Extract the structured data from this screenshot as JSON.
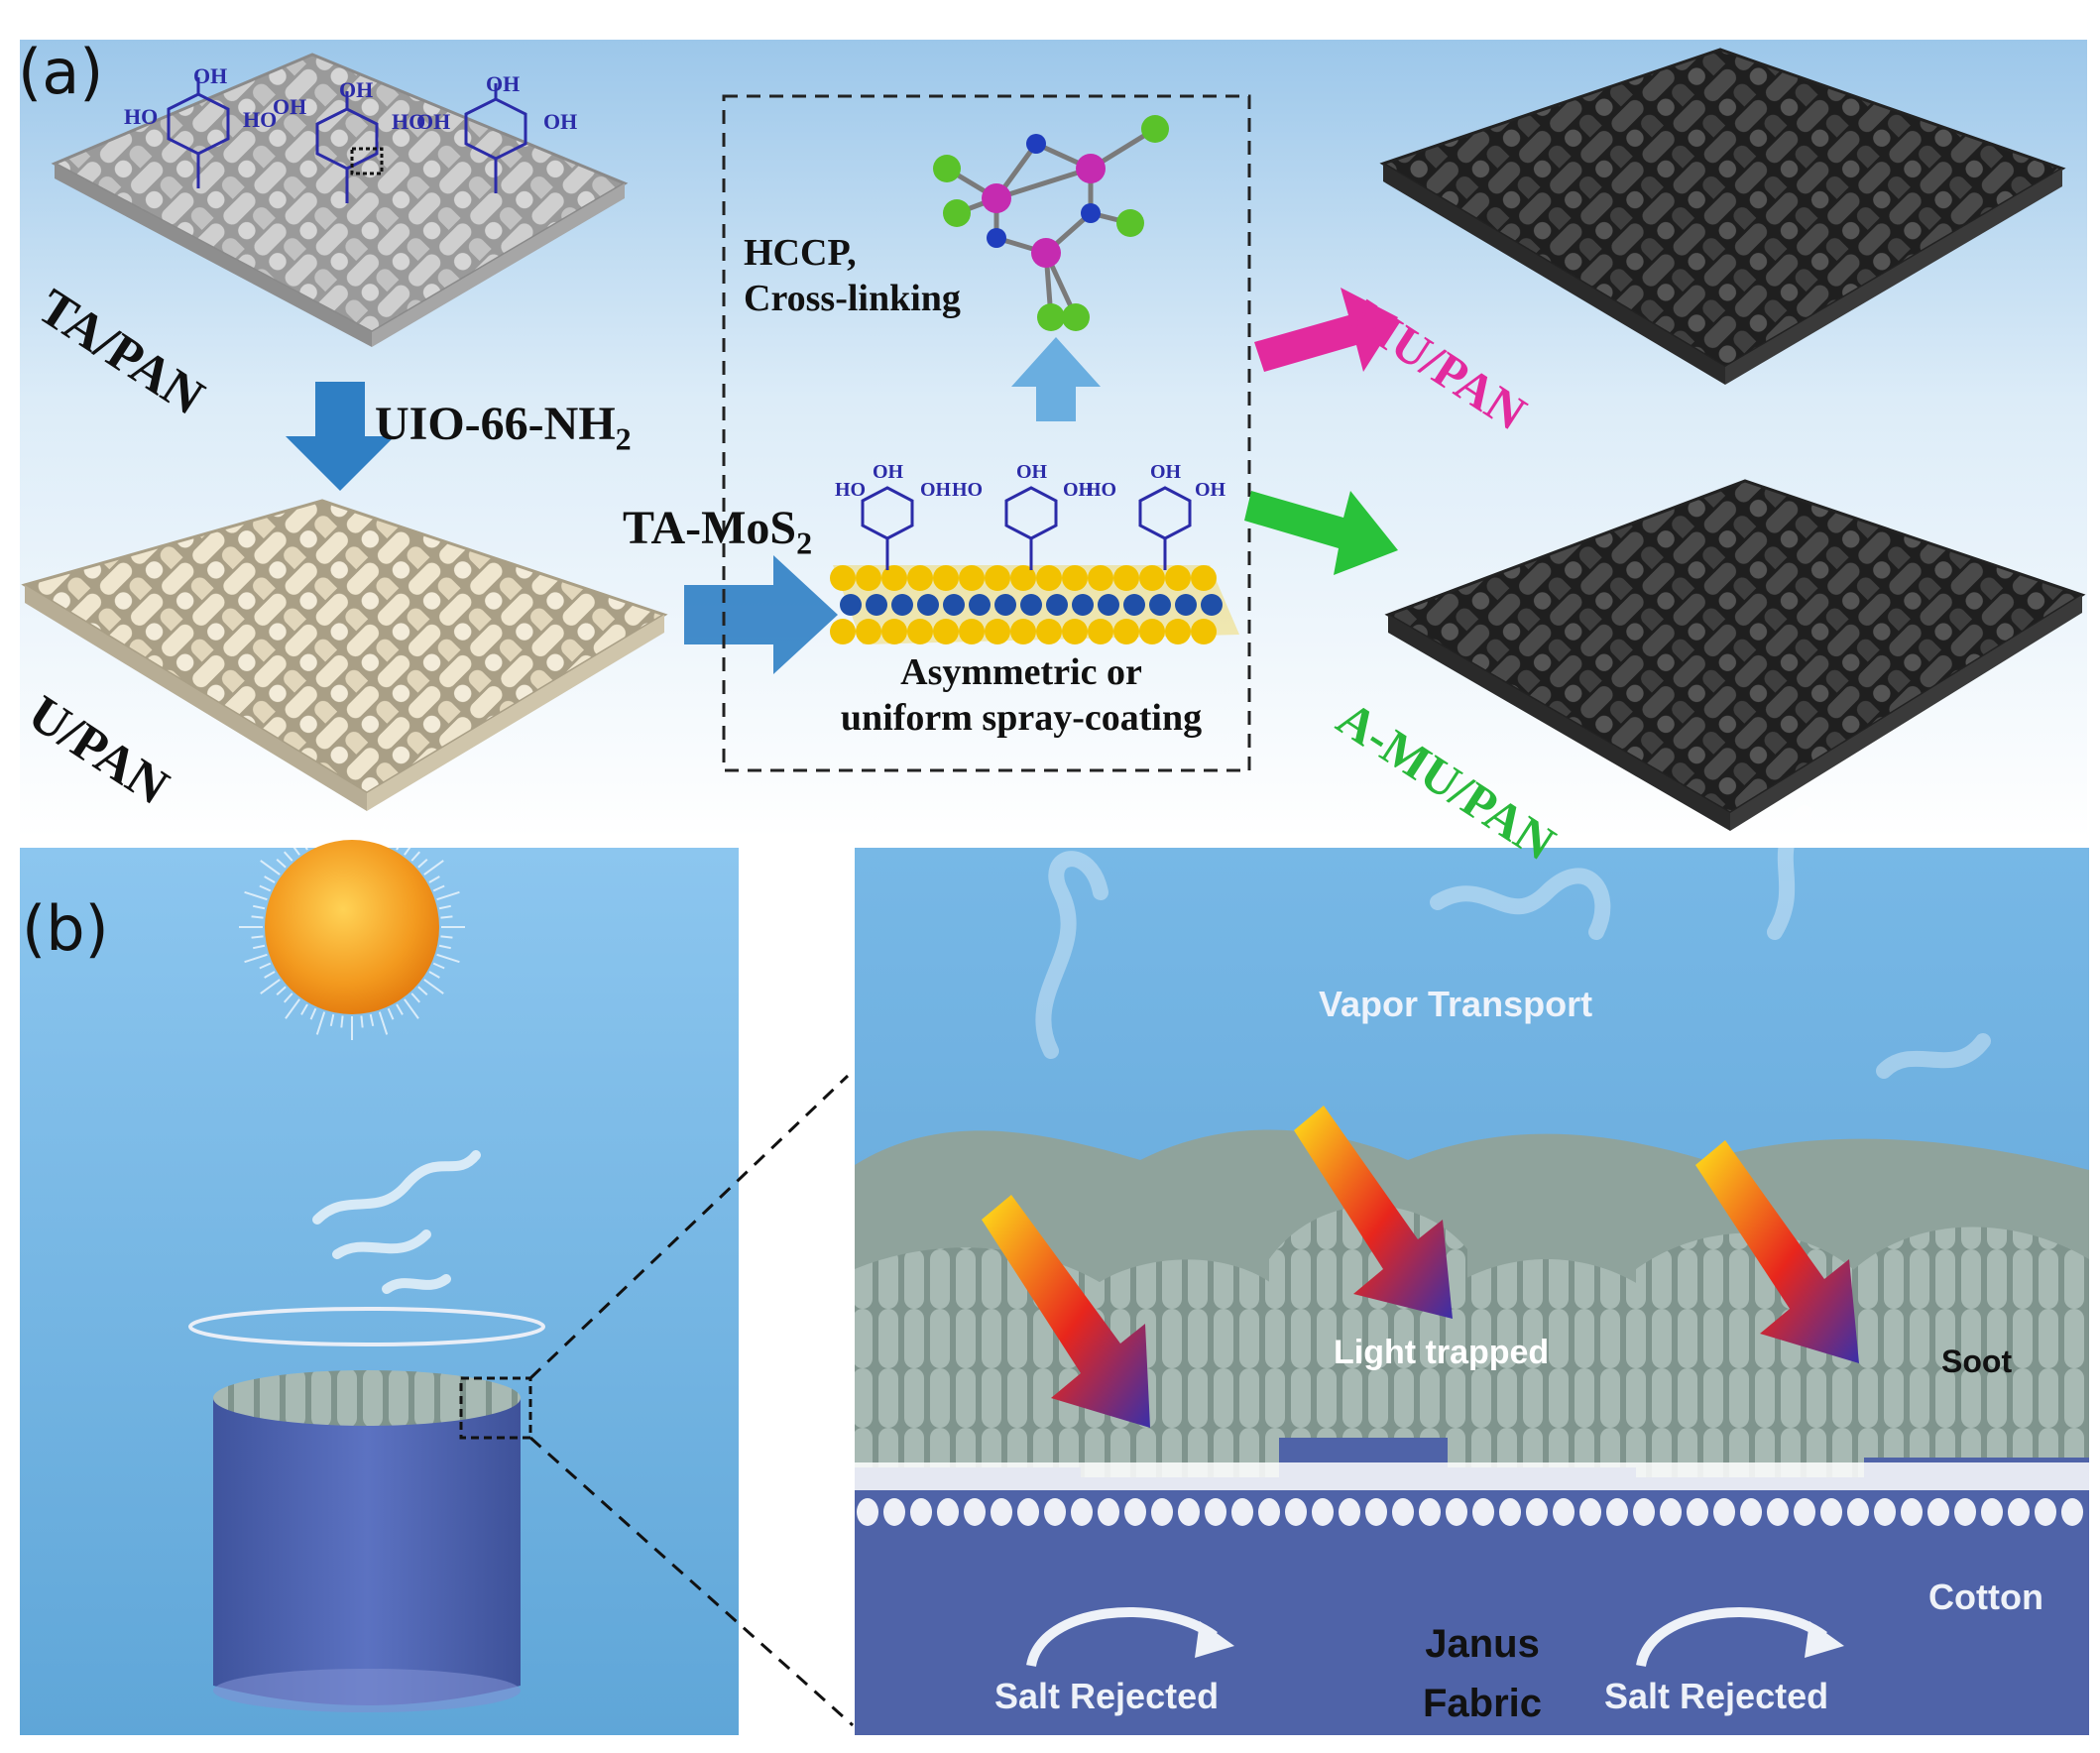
{
  "panel_a": {
    "label": "(a)",
    "fabric_labels": {
      "ta_pan": "TA/PAN",
      "u_pan": "U/PAN",
      "mu_pan": "MU/PAN",
      "a_mu_pan": "A-MU/PAN"
    },
    "step_labels": {
      "uio_main": "UIO-66-NH",
      "uio_sub": "2",
      "ta_mos_main": "TA-MoS",
      "ta_mos_sub": "2",
      "hccp_line1": "HCCP,",
      "hccp_line2": "Cross-linking",
      "spray_line1": "Asymmetric or",
      "spray_line2": "uniform spray-coating"
    },
    "chem_groups": {
      "oh": "OH",
      "ho": "HO"
    },
    "colors": {
      "fabric_gray": "#b9b9b9",
      "fabric_beige": "#e6dcc3",
      "fabric_dark": "#3e3e3e",
      "arrow_blue": "#2f7fc4",
      "arrow_magenta": "#e22a9e",
      "arrow_green": "#29c23a",
      "mos2_yellow": "#f2c200",
      "mos2_blue": "#1f4fa8"
    }
  },
  "panel_b": {
    "label": "(b)",
    "annotations": {
      "vapor": "Vapor Transport",
      "light": "Light trapped",
      "soot": "Soot",
      "cotton": "Cotton",
      "janus_line1": "Janus",
      "janus_line2": "Fabric",
      "salt_left": "Salt Rejected",
      "salt_right": "Salt Rejected"
    },
    "colors": {
      "sky": "#6fb2de",
      "water": "#4f63a8",
      "fiber": "#8fa39c",
      "sun": "#f39a1f"
    }
  }
}
